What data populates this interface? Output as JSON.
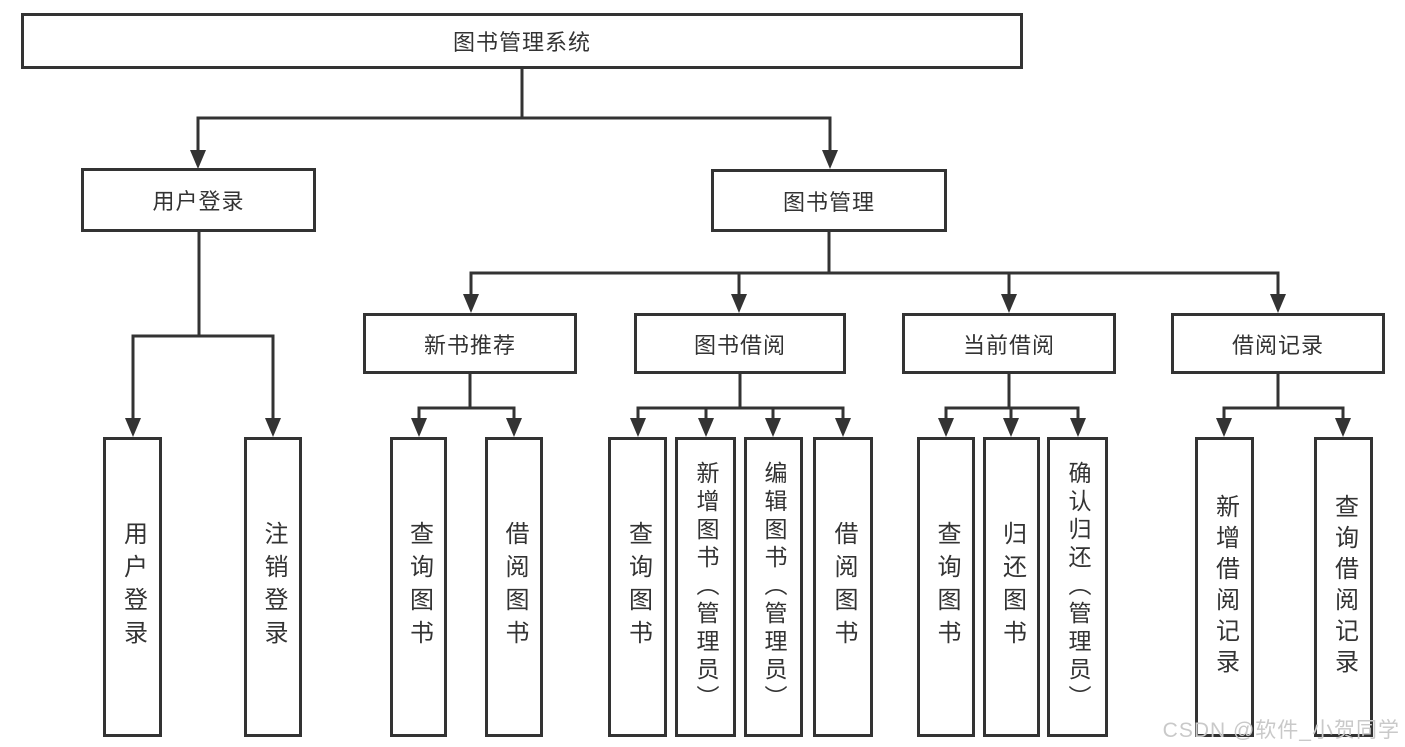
{
  "colors": {
    "line": "#333333",
    "text": "#333333",
    "background": "#ffffff",
    "watermark": "#c9c9c9"
  },
  "watermark": "CSDN @软件_小贺同学",
  "nodes": {
    "root": {
      "label": "图书管理系统"
    },
    "user_login": {
      "label": "用户登录"
    },
    "book_mgmt": {
      "label": "图书管理"
    },
    "new_book_rec": {
      "label": "新书推荐"
    },
    "book_borrow": {
      "label": "图书借阅"
    },
    "current_borrow": {
      "label": "当前借阅"
    },
    "borrow_record": {
      "label": "借阅记录"
    },
    "leaf_user_login": {
      "label": "用户登录"
    },
    "leaf_logout": {
      "label": "注销登录"
    },
    "leaf_query_book_1": {
      "label": "查询图书"
    },
    "leaf_borrow_book_1": {
      "label": "借阅图书"
    },
    "leaf_query_book_2": {
      "label": "查询图书"
    },
    "leaf_add_book": {
      "label": "新增图书（管理员）"
    },
    "leaf_edit_book": {
      "label": "编辑图书（管理员）"
    },
    "leaf_borrow_book_2": {
      "label": "借阅图书"
    },
    "leaf_query_book_3": {
      "label": "查询图书"
    },
    "leaf_return_book": {
      "label": "归还图书"
    },
    "leaf_confirm_return": {
      "label": "确认归还（管理员）"
    },
    "leaf_add_record": {
      "label": "新增借阅记录"
    },
    "leaf_query_record": {
      "label": "查询借阅记录"
    }
  },
  "structure": [
    {
      "parent": "图书管理系统",
      "children": [
        "用户登录",
        "图书管理"
      ]
    },
    {
      "parent": "用户登录",
      "children": [
        "用户登录",
        "注销登录"
      ]
    },
    {
      "parent": "图书管理",
      "children": [
        "新书推荐",
        "图书借阅",
        "当前借阅",
        "借阅记录"
      ]
    },
    {
      "parent": "新书推荐",
      "children": [
        "查询图书",
        "借阅图书"
      ]
    },
    {
      "parent": "图书借阅",
      "children": [
        "查询图书",
        "新增图书（管理员）",
        "编辑图书（管理员）",
        "借阅图书"
      ]
    },
    {
      "parent": "当前借阅",
      "children": [
        "查询图书",
        "归还图书",
        "确认归还（管理员）"
      ]
    },
    {
      "parent": "借阅记录",
      "children": [
        "新增借阅记录",
        "查询借阅记录"
      ]
    }
  ]
}
